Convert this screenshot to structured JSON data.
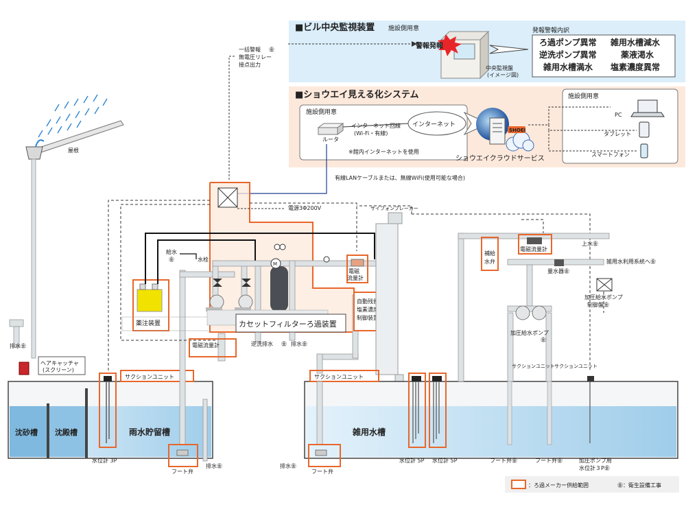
{
  "central_monitor": {
    "title": "■ビル中央監視装置",
    "subtitle": "施設側用意",
    "alarm": "警報発報",
    "panel_caption": "中央監視盤",
    "panel_caption2": "(イメージ図)",
    "alarm_list_title": "発報警報内訳",
    "alarms": [
      "ろ過ポンプ異常",
      "雑用水槽減水",
      "逆洗ポンプ異常",
      "薬液渇水",
      "雑用水槽満水",
      "塩素濃度異常"
    ]
  },
  "relay_note": [
    "一括警報",
    "㊎",
    "無電圧リレー",
    "接点出力"
  ],
  "visualization": {
    "title": "■ショウエイ見える化システム",
    "facility": "施設側用意",
    "router": "ルータ",
    "internet_line": "インターネット回線",
    "internet_line2": "(Wi-Fi・有線)",
    "internet": "インターネット",
    "inhouse_note": "※館内インターネットを使用",
    "cloud": "ショウエイクラウドサービス",
    "cloud_logo": "SHOEI",
    "devices_title": "施設側用意",
    "devices": [
      "PC",
      "タブレット",
      "スマートフォン"
    ]
  },
  "lan_note": "有線LANケーブルまたは、無線WiFi(使用可能な場合)",
  "labels": {
    "roof": "屋根",
    "power": "電源3Φ200V",
    "siphon": "サイフォンブレーカー",
    "water_supply": "給水",
    "faucet": "水栓",
    "chemical": "薬注装置",
    "filter": "カセットフィルターろ過装置",
    "chlorine": [
      "自動残留",
      "塩素濃度",
      "制御装置"
    ],
    "em_flow": [
      "電磁",
      "流量計"
    ],
    "em_flow_inline": "電磁流量計",
    "backwash_drain": "逆洗排水",
    "drain": "排水",
    "drain_w": "排水㊎",
    "hair_catcher": [
      "ヘアキャッチャ",
      "(スクリーン)"
    ],
    "suction_unit": "サクションユニット",
    "sand_tank": "沈砂槽",
    "settling_tank": "沈殿槽",
    "rain_tank": "雨水貯留槽",
    "gray_tank": "雑用水槽",
    "level_3p": "水位計 3P",
    "level_5p": "水位計 5P",
    "foot_valve": "フート弁",
    "foot_valve_w": "フート弁㊎",
    "makeup_valve": [
      "補給",
      "水弁"
    ],
    "upper_water": "上水㊎",
    "to_gray": "雑用水利用系統へ㊎",
    "meter": "量水器㊎",
    "booster_panel": [
      "加圧給水ポンプ",
      "制御盤㊎"
    ],
    "booster_pump": [
      "加圧給水ポンプ",
      "㊎"
    ],
    "suction_small": "サクションユニット",
    "booster_level": [
      "加圧ポンプ用",
      "水位計３P㊎"
    ],
    "legend_supply": "：ろ過メーカー供給範囲",
    "legend_sanitary": "㊎：衛生設備工事"
  },
  "colors": {
    "orange": "#e8662a",
    "blue_bg": "#dbeefa",
    "peach_bg": "#fde9dc",
    "pipe": "#c9cfd3",
    "navy": "#1f3f8f",
    "yellow": "#f2e200",
    "water": "#a7d3ee"
  }
}
